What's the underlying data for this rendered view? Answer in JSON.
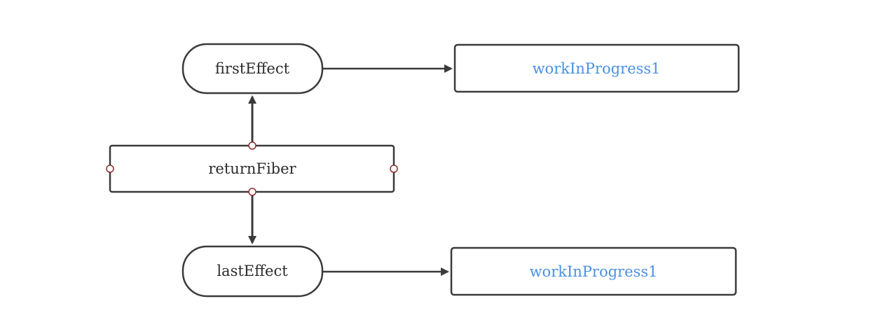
{
  "colors": {
    "stroke": "#3a3a3a",
    "text": "#2b2b2b",
    "link_text": "#4a90e2",
    "handle": "#8b2f2f",
    "background": "#ffffff"
  },
  "nodes": {
    "first_effect": {
      "label": "firstEffect"
    },
    "return_fiber": {
      "label": "returnFiber"
    },
    "last_effect": {
      "label": "lastEffect"
    },
    "wip_top": {
      "label": "workInProgress1"
    },
    "wip_bottom": {
      "label": "workInProgress1"
    }
  }
}
